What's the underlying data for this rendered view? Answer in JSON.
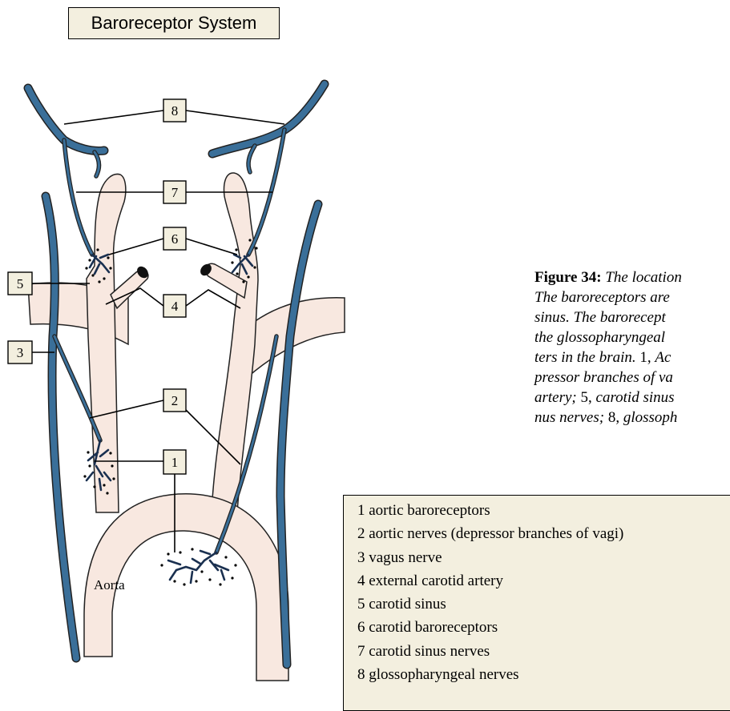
{
  "title": "Baroreceptor System",
  "callouts": [
    "1",
    "2",
    "3",
    "4",
    "5",
    "6",
    "7",
    "8"
  ],
  "aorta_label": "Aorta",
  "caption": {
    "figure_label": "Figure 34:",
    "lines": [
      "The location",
      "The baroreceptors are",
      "sinus.  The barorecept",
      "the  glossopharyngeal",
      "ters in the brain.",
      "pressor branches of va",
      "artery;",
      "nus nerves;"
    ],
    "numbered_tail": [
      {
        "num": "1, ",
        "text": "Ac"
      },
      {
        "num": "5, ",
        "text": "carotid sinus"
      },
      {
        "num": "8, ",
        "text": "glossoph"
      }
    ]
  },
  "legend": [
    "1 aortic baroreceptors",
    "2 aortic nerves (depressor branches of vagi)",
    "3 vagus nerve",
    "4 external carotid artery",
    "5 carotid sinus",
    "6 carotid baroreceptors",
    "7 carotid sinus nerves",
    "8 glossopharyngeal nerves"
  ],
  "colors": {
    "nerve_blue": "#3a6f99",
    "artery_fill": "#f8e8e0",
    "box_fill": "#f3efdf"
  }
}
